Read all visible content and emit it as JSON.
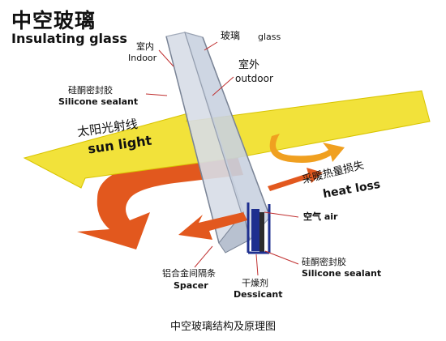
{
  "title": {
    "cn": "中空玻璃",
    "en": "Insulating glass"
  },
  "labels": {
    "indoor_cn": "室内",
    "indoor_en": "Indoor",
    "glass_cn": "玻璃",
    "glass_en": "glass",
    "outdoor_cn": "室外",
    "outdoor_en": "outdoor",
    "sealant_top_cn": "硅酮密封胶",
    "sealant_top_en": "Silicone sealant",
    "sunlight_cn": "太阳光射线",
    "sunlight_en": "sun light",
    "heatloss_cn": "采暖热量损失",
    "heatloss_en": "heat loss",
    "air_cn": "空气",
    "air_en": "air",
    "sealant_bottom_cn": "硅酮密封胶",
    "sealant_bottom_en": "Silicone sealant",
    "spacer_cn": "铝合金间隔条",
    "spacer_en": "Spacer",
    "desiccant_cn": "干燥剂",
    "desiccant_en": "Dessicant"
  },
  "caption": "中空玻璃结构及原理图",
  "colors": {
    "sun_arrow": "#f2e23a",
    "heat_arrow": "#e2581e",
    "spacer": "#1e2f8f",
    "glass": "#cfd6e2"
  }
}
